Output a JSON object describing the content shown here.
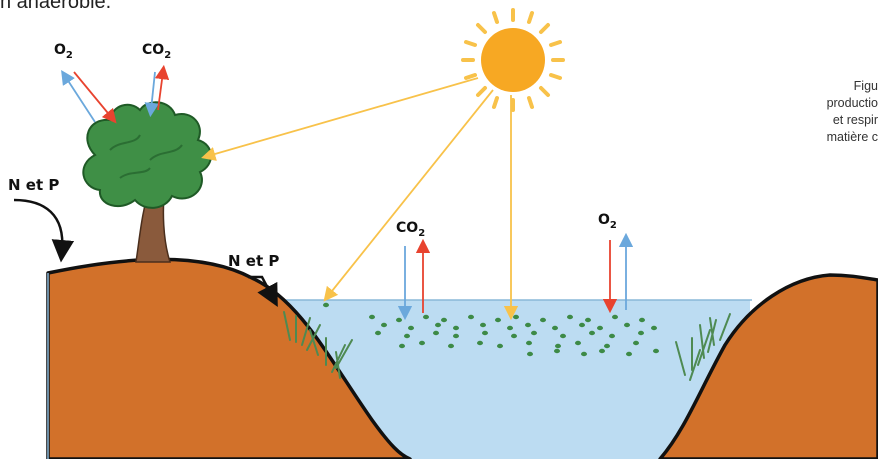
{
  "header": {
    "partial_text": "n anaérobie."
  },
  "caption": {
    "lines": [
      "Figu",
      "productio",
      "et respir",
      "matière c"
    ]
  },
  "labels": {
    "tree_o2": {
      "main": "O",
      "sub": "2"
    },
    "tree_co2": {
      "main": "CO",
      "sub": "2"
    },
    "water_co2": {
      "main": "CO",
      "sub": "2"
    },
    "water_o2": {
      "main": "O",
      "sub": "2"
    },
    "nutrients_left": "N et P",
    "nutrients_slope": "N et P"
  },
  "colors": {
    "soil": "#d2712a",
    "water": "#bcdcf2",
    "sun": "#f7a823",
    "sun_rays": "#f8c24a",
    "foliage": "#3f8f46",
    "trunk": "#8a5a3c",
    "plankton": "#3d8a46",
    "arrow_red": "#e8432f",
    "arrow_blue": "#6ba8dc"
  },
  "icons": [
    "sun-icon",
    "tree-icon",
    "grass-icon"
  ]
}
